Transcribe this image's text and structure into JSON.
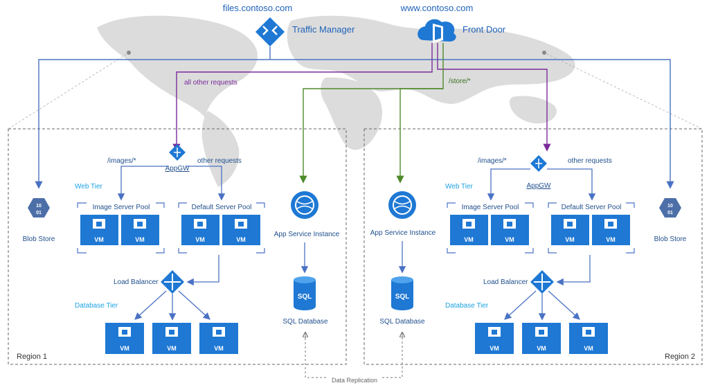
{
  "top": {
    "files_url": "files.contoso.com",
    "www_url": "www.contoso.com",
    "traffic_manager": "Traffic Manager",
    "front_door": "Front Door",
    "all_other_requests": "all other requests",
    "store_route": "/store/*"
  },
  "region1": {
    "name": "Region 1",
    "images_route": "/images/*",
    "other_requests": "other requests",
    "appgw": "AppGW",
    "web_tier": "Web Tier",
    "image_pool": "Image Server Pool",
    "default_pool": "Default Server Pool",
    "vm": "VM",
    "blob_store": "Blob Store",
    "blob_glyph_top": "10",
    "blob_glyph_bottom": "01",
    "load_balancer": "Load Balancer",
    "database_tier": "Database Tier",
    "app_service": "App Service Instance",
    "sql_database": "SQL Database",
    "sql_glyph": "SQL"
  },
  "region2": {
    "name": "Region 2",
    "images_route": "/images/*",
    "other_requests": "other requests",
    "appgw": "AppGW",
    "web_tier": "Web Tier",
    "image_pool": "Image Server Pool",
    "default_pool": "Default Server Pool",
    "vm": "VM",
    "blob_store": "Blob Store",
    "blob_glyph_top": "10",
    "blob_glyph_bottom": "01",
    "load_balancer": "Load Balancer",
    "database_tier": "Database Tier",
    "app_service": "App Service Instance",
    "sql_database": "SQL Database",
    "sql_glyph": "SQL"
  },
  "replication": "Data Replication",
  "colors": {
    "azure_blue": "#1e78d4",
    "line_blue": "#4a72c4",
    "purple": "#7a2b9b",
    "green": "#4e8a2a",
    "map_gray": "#d9d9d9"
  }
}
